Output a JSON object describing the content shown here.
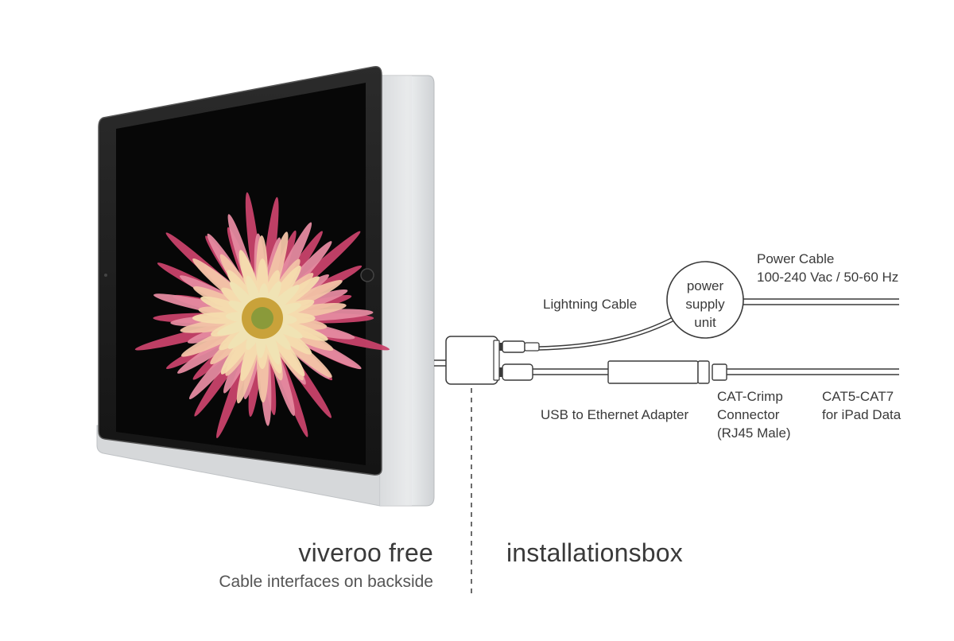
{
  "labels": {
    "power_cable": [
      "Power Cable",
      "100-240 Vac / 50-60 Hz"
    ],
    "power_supply": [
      "power",
      "supply",
      "unit"
    ],
    "lightning_cable": "Lightning Cable",
    "usb_adapter": "USB to Ethernet Adapter",
    "cat_crimp": [
      "CAT-Crimp",
      "Connector",
      "(RJ45 Male)"
    ],
    "cat5": [
      "CAT5-CAT7",
      "for iPad Data"
    ]
  },
  "product": {
    "name": "viveroo free",
    "subtitle": "Cable interfaces on backside"
  },
  "installation": {
    "name": "installationsbox"
  },
  "colors": {
    "line": "#3a3a3a",
    "frame": "#d9dbdd",
    "screen": "#0b0b0b"
  }
}
